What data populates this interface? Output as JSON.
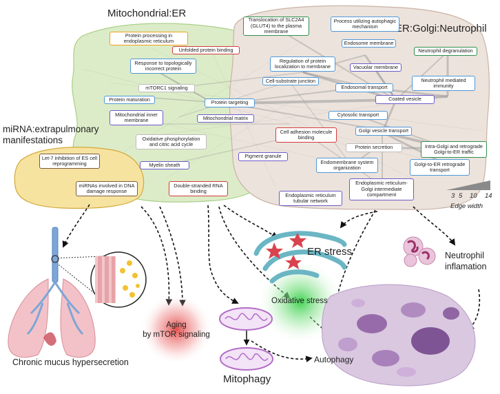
{
  "clusters": {
    "mito_er": "Mitochondrial:ER",
    "golgi": "ER:Golgi:Neutrophil",
    "mirna": "miRNA:extrapulmonary\nmanifestations"
  },
  "nodes": {
    "n1": "Protein processing in endoplasmic reticulum",
    "n2": "Unfolded protein binding",
    "n3": "Response to topologically incorrect protein",
    "n4": "mTORC1 signaling",
    "n5": "Protein maturation",
    "n6": "Mitochondrial inner membrane",
    "n7": "Oxidative phosphorylation and citric acid cycle",
    "n8": "Myelin sheath",
    "n9": "Mitochondrial matrix",
    "n10": "Protein targeting",
    "n11": "Double-stranded RNA binding",
    "n12": "Translocation of SLC2A4 (GLUT4) to the plasma membrane",
    "n13": "Process utilizing autophagic mechanism",
    "n14": "Endosome membrane",
    "n15": "Neutrophil degranulation",
    "n16": "Regulation of protein localization to membrane",
    "n17": "Vacuolar membrane",
    "n18": "Cell-substrate junction",
    "n19": "Neutrophil mediated immunity",
    "n20": "Endosomal transport",
    "n21": "Coated vesicle",
    "n22": "Cytosolic transport",
    "n23": "Cell adhesion molecule binding",
    "n24": "Golgi vesicle transport",
    "n25": "Protein secretion",
    "n26": "Intra-Golgi and retrograde Golgi-to-ER traffic",
    "n27": "Pigment granule",
    "n28": "Endomembrane system organization",
    "n29": "Golgi-to-ER retrograde transport",
    "n30": "Endoplasmic reticulum tubular network",
    "n31": "Endoplasmic reticulum-Golgi intermediate compartment",
    "n32": "Let-7 inhibition of ES cell reprogramming",
    "n33": "miRNAs involved in DNA damage response"
  },
  "legend": {
    "ticks": [
      "3",
      "5",
      "10",
      "14"
    ],
    "title": "Edge width"
  },
  "outcomes": {
    "chronic": "Chronic mucus hypersecretion",
    "aging": "Aging\nby mTOR signaling",
    "mitophagy": "Mitophagy",
    "er_stress": "ER stress",
    "oxidative": "Oxidative stress",
    "autophagy": "Autophagy",
    "neutrophil": "Neutrophil\ninflamation"
  },
  "colors": {
    "green_cluster": "#dcecc8",
    "tan_cluster": "#ece3dc",
    "yellow_cluster": "#f7e3a0",
    "aging_glow": "#e23b3b",
    "oxidative_glow": "#37d04a",
    "organelle": "#c890d4",
    "er_teal": "#6bb6c4",
    "airway": "#7da6d6",
    "lung": "#f3c2c8"
  }
}
